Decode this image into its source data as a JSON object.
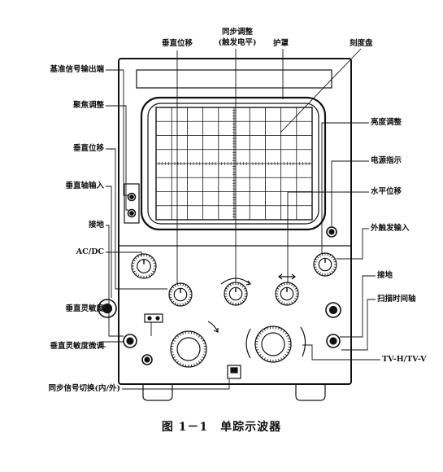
{
  "labels": {
    "vertical_position_top": "垂直位移",
    "sync_adjust_line1": "同步调整",
    "sync_adjust_line2": "(触发电平)",
    "shield": "护罩",
    "graticule": "刻度盘",
    "reference_output": "基准信号输出端",
    "focus_adjust": "聚焦调整",
    "vertical_position_left": "垂直位移",
    "vertical_axis_input": "垂直轴输入",
    "ground_left": "接地",
    "ac_dc": "AC/DC",
    "vertical_sensitivity": "垂直灵敏度",
    "vertical_sensitivity_fine": "垂直灵敏度微调",
    "sync_switch": "同步信号切换(内/外)",
    "brightness_adjust": "亮度调整",
    "power_indicator": "电源指示",
    "horizontal_position": "水平位移",
    "external_trigger_input": "外触发输入",
    "ground_right": "接地",
    "sweep_time_axis": "扫描时间轴",
    "tv_switch": "TV-H/TV-V"
  },
  "caption": "图 1－1　单踪示波器",
  "colors": {
    "ink": "#111111",
    "background": "#ffffff",
    "screen": "#ffffff"
  }
}
